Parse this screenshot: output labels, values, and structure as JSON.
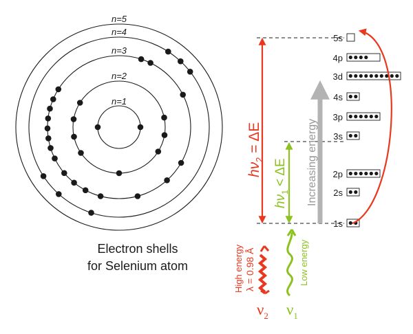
{
  "atom": {
    "caption_line1": "Electron shells",
    "caption_line2": "for Selenium atom",
    "shells": [
      {
        "label": "n=1",
        "electrons": 2
      },
      {
        "label": "n=2",
        "electrons": 8
      },
      {
        "label": "n=3",
        "electrons": 18
      },
      {
        "label": "n=4",
        "electrons": 6
      },
      {
        "label": "n=5",
        "electrons": 0
      }
    ]
  },
  "levels": [
    {
      "name": "5s",
      "electrons": 0,
      "capacity": 1,
      "boxes": 1
    },
    {
      "name": "4p",
      "electrons": 4,
      "capacity": 6,
      "boxes": 1
    },
    {
      "name": "3d",
      "electrons": 10,
      "capacity": 10,
      "boxes": 1
    },
    {
      "name": "4s",
      "electrons": 2,
      "capacity": 2,
      "boxes": 1
    },
    {
      "name": "3p",
      "electrons": 6,
      "capacity": 6,
      "boxes": 1
    },
    {
      "name": "3s",
      "electrons": 2,
      "capacity": 2,
      "boxes": 1
    },
    {
      "name": "2p",
      "electrons": 6,
      "capacity": 6,
      "boxes": 1
    },
    {
      "name": "2s",
      "electrons": 2,
      "capacity": 2,
      "boxes": 1
    },
    {
      "name": "1s",
      "electrons": 2,
      "capacity": 2,
      "boxes": 1
    }
  ],
  "energy_axis_label": "Increasing energy",
  "transitions": {
    "high": {
      "label_h": "hν",
      "sub": "2",
      "label_rel": " = ΔE",
      "photon_symbol": "ν",
      "photon_sub": "2",
      "energy_text": "High energy",
      "wavelength_text": "λ = 0.98 Å",
      "color": "#e8381e"
    },
    "low": {
      "label_h": "hν",
      "sub": "1",
      "label_rel": " < ΔE",
      "photon_symbol": "ν",
      "photon_sub": "1",
      "energy_text": "Low energy",
      "color": "#8cc21f"
    }
  },
  "colors": {
    "electron": "#1a1a1a",
    "axis_arrow": "#b3b3b3",
    "high": "#e8381e",
    "low": "#8cc21f"
  }
}
